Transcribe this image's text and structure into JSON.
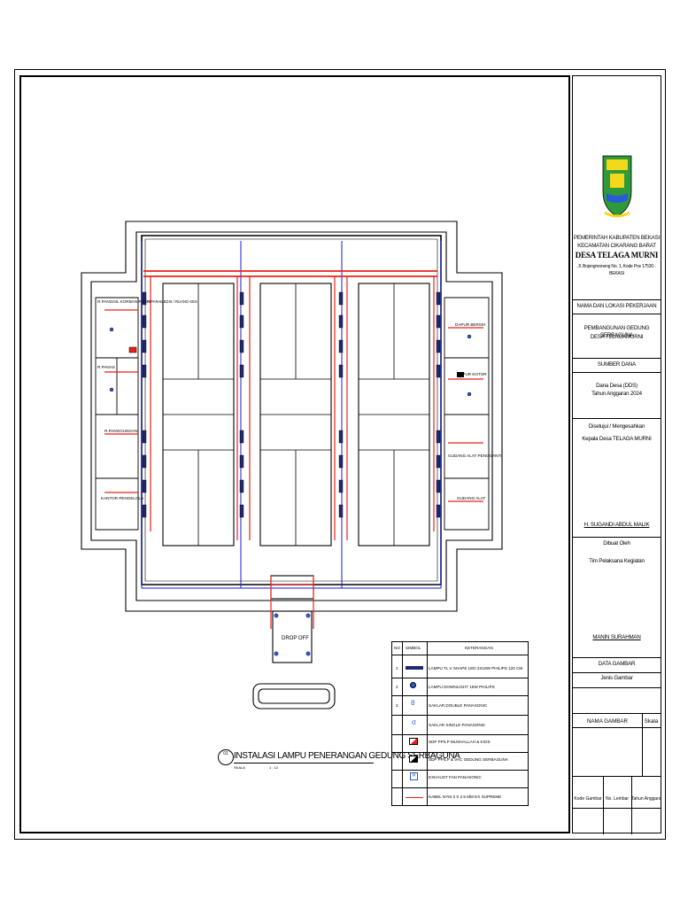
{
  "plan": {
    "room_labels": {
      "r1": "R.PANGGIL KORBAN PANTI",
      "r2": "R.PANAS",
      "r3": "R.PANGGUNGAN",
      "r4": "KANTOR PENGELOLA",
      "r5": "DAPUR BERSIH",
      "r6": "DAPUR KOTOR",
      "r7": "GUDANG ALAT PENGGANTI",
      "r8": "GUDANG ALAT",
      "r9": "R.PARAMEDIS / RUANG KES"
    },
    "dropoff": "DROP OFF",
    "title_number": "01",
    "title": "INSTALASI LAMPU PENERANGAN GEDUNG SERBAGUNA",
    "scale_label": "SKALA",
    "scale_value": "1 : 12"
  },
  "legend": {
    "headers": {
      "no": "NO",
      "symbol": "SIMBOL",
      "desc": "KETERANGAN"
    },
    "rows": [
      {
        "no": "1",
        "symbol": "led-tube-icon",
        "desc": "LAMPU TL V SHAPE LED 2X18W PHILIPS 120 CM"
      },
      {
        "no": "2",
        "symbol": "downlight-icon",
        "desc": "LAMPU DOWNLIGHT 18W PHILIPS"
      },
      {
        "no": "3",
        "symbol": "double-switch-icon",
        "desc": "SAKLAR DOUBLE PANASONIC"
      },
      {
        "no": "",
        "symbol": "single-switch-icon",
        "desc": "SAKLAR SINGLE PANASONIC"
      },
      {
        "no": "",
        "symbol": "panel-red-icon",
        "desc": "SDP PP/LP MUSHALLAH & KIOS"
      },
      {
        "no": "",
        "symbol": "panel-black-icon",
        "desc": "SDP PP/LP & VAC GEDUNG SERBAGUNA"
      },
      {
        "no": "",
        "symbol": "exhaust-fan-icon",
        "desc": "EXHAUST FAN PANASONIC"
      },
      {
        "no": "",
        "symbol": "cable-line-icon",
        "desc": "KABEL NYM 3 X 2.5 MM EX SUPREME"
      }
    ],
    "colors": {
      "cable": "#e8231a",
      "conduit": "#1a1adb",
      "fixture": "#1e2a6e"
    }
  },
  "titleblock": {
    "gov_line1": "PEMERINTAH KABUPATEN BEKASI",
    "gov_line2": "KECAMATAN CIKARANG BARAT",
    "village": "DESA TELAGA MURNI",
    "address": "Jl. Bojongmoneng No. 1, Kode Pos 17530 - BEKASI",
    "h_project": "NAMA DAN LOKASI PEKERJAAN",
    "project1": "PEMBANGUNAN GEDUNG SERBAGUNA",
    "project2": "DESA TELAGAMURNI",
    "h_fund": "SUMBER DANA",
    "fund1": "Dana Desa (DDS)",
    "fund2": "Tahun Anggaran 2024",
    "h_approve": "Disetujui / Mengesahkan",
    "approve_role": "Kepala Desa TELAGA MURNI",
    "approve_name": "H. SUGANDI ABDUL MALIK",
    "h_made": "Dibuat Oleh",
    "made_team": "Tim Pelaksana Kegiatan",
    "made_name": "MANIN SURAHMAN",
    "h_data": "DATA GAMBAR",
    "kind": "Jenis Gambar",
    "h_name": "NAMA GAMBAR",
    "h_scale": "Skala",
    "code": "Kode Gambar",
    "sheet": "No. Lembar",
    "year": "Tahun Anggaran"
  }
}
